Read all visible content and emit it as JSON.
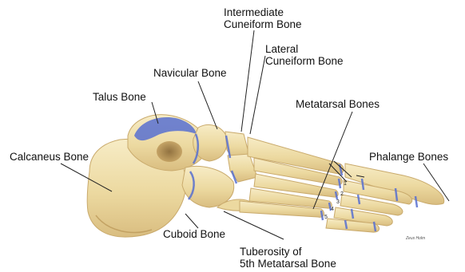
{
  "labels": {
    "intermediate_cuneiform": [
      "Intermediate",
      "Cuneiform Bone"
    ],
    "lateral_cuneiform": [
      "Lateral",
      "Cuneiform Bone"
    ],
    "navicular": "Navicular Bone",
    "talus": "Talus Bone",
    "metatarsal": "Metatarsal Bones",
    "calcaneus": "Calcaneus Bone",
    "phalange": "Phalange Bones",
    "cuboid": "Cuboid Bone",
    "tuberosity": [
      "Tuberosity of",
      "5th Metatarsal Bone"
    ]
  },
  "metatarsal_numbers": [
    "1",
    "2",
    "3",
    "4",
    "5"
  ],
  "artist_signature": "Zeus Holm",
  "colors": {
    "bone": "#f2e4b4",
    "bone_shade": "#d4b87a",
    "bone_dark": "#a07a3c",
    "cartilage": "#5870d0",
    "leader": "#222222"
  }
}
